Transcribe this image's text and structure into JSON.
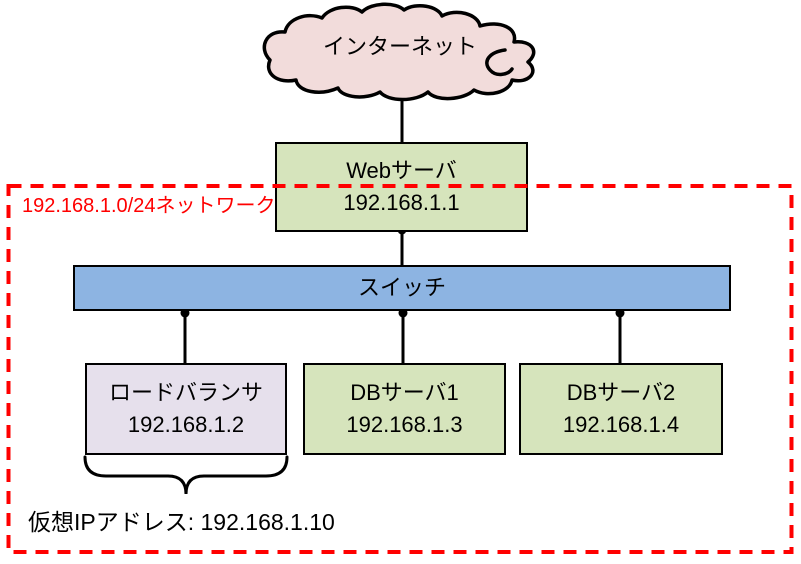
{
  "diagram": {
    "title_hint": "network-topology-diagram",
    "cloud": {
      "label": "インターネット"
    },
    "network_boundary": {
      "label": "192.168.1.0/24ネットワーク",
      "border_color": "#ff0000"
    },
    "nodes": {
      "web_server": {
        "name": "Webサーバ",
        "ip": "192.168.1.1"
      },
      "switch": {
        "name": "スイッチ"
      },
      "load_balancer": {
        "name": "ロードバランサ",
        "ip": "192.168.1.2"
      },
      "db_server_1": {
        "name": "DBサーバ1",
        "ip": "192.168.1.3"
      },
      "db_server_2": {
        "name": "DBサーバ2",
        "ip": "192.168.1.4"
      }
    },
    "virtual_ip": {
      "label": "仮想IPアドレス: 192.168.1.10"
    },
    "colors": {
      "cloud_fill": "#f2dcdb",
      "server_fill": "#d6e4bc",
      "switch_fill": "#8db4e2",
      "load_balancer_fill": "#e6e0ec",
      "connector_line": "#000000",
      "boundary": "#ff0000"
    },
    "connections": [
      "internet-cloud -> web-server",
      "web-server -> switch",
      "switch -> load-balancer",
      "switch -> db-server-1",
      "switch -> db-server-2"
    ]
  }
}
